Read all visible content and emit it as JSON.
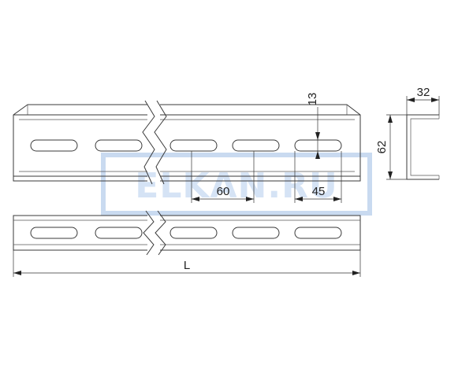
{
  "watermark": {
    "text": "ELKAN.RU",
    "color": "#d5e3f5"
  },
  "dimensions": {
    "slot_height": "13",
    "slot_pitch": "60",
    "slot_length": "45",
    "profile_height": "62",
    "profile_width": "32",
    "length": "L"
  },
  "colors": {
    "line": "#3a3a3a",
    "dimension": "#333333"
  }
}
